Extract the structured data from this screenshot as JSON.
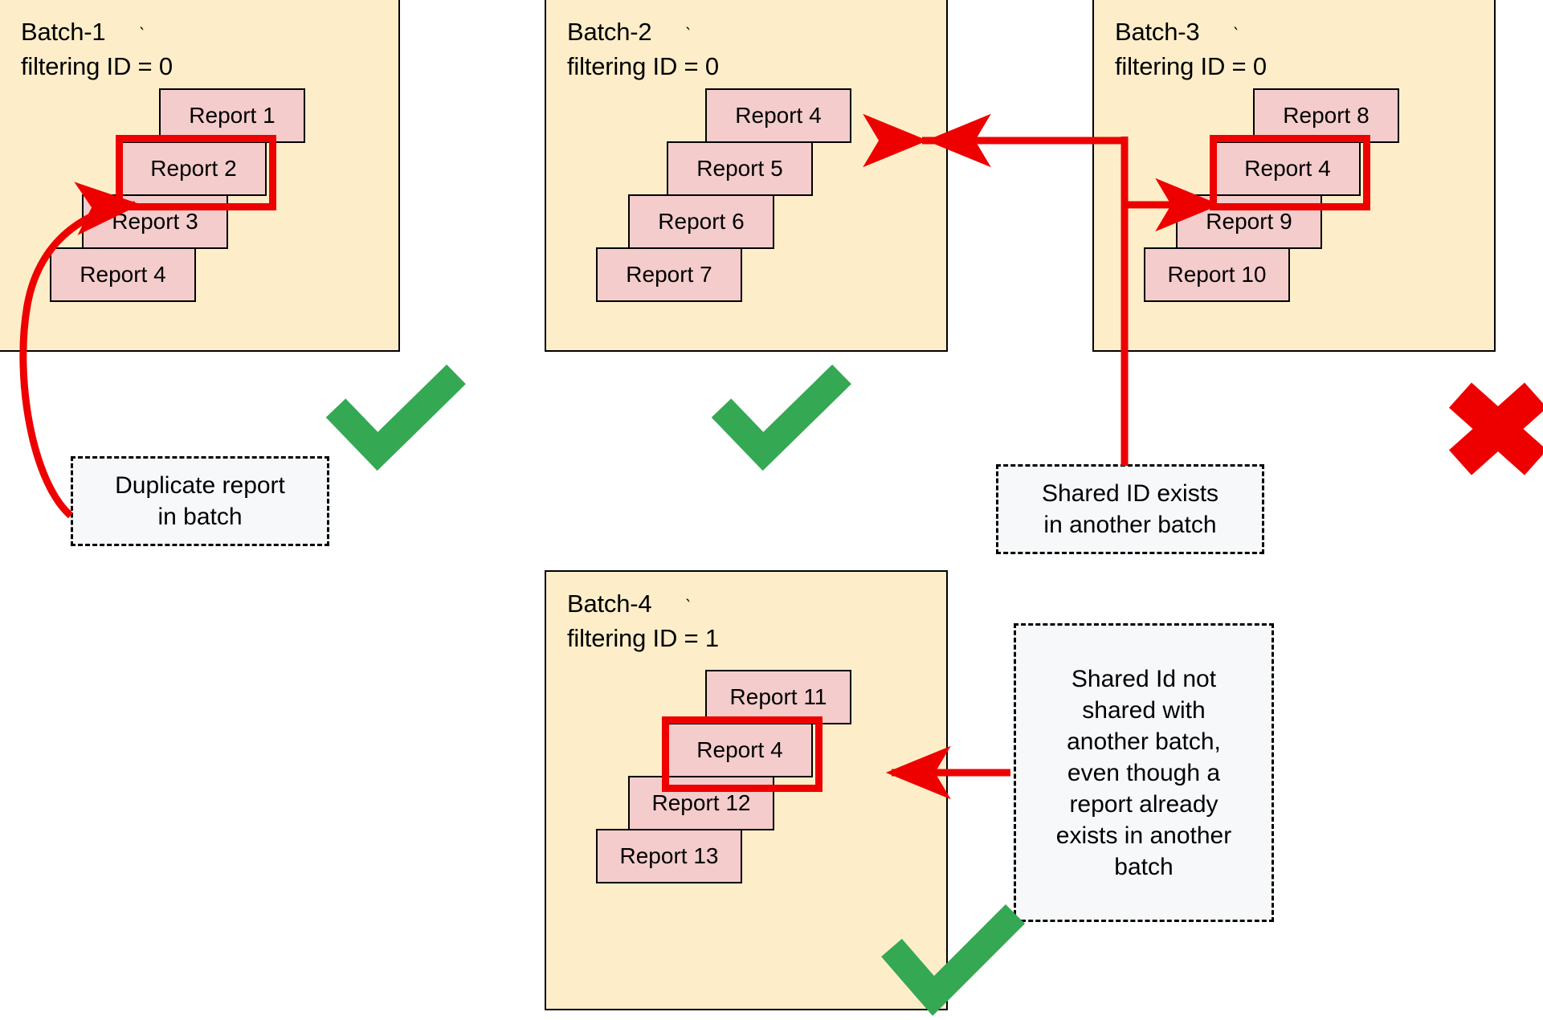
{
  "diagram": {
    "title_pattern": "Batch-N / filtering ID = X",
    "accent_colors": {
      "batch_fill": "#fdeec9",
      "batch_border": "#000000",
      "report_fill": "#f4cccc",
      "report_border": "#000000",
      "highlight_red": "#ee0000",
      "arrow_red": "#ee0000",
      "check_green": "#34a853",
      "cross_red": "#ee0000",
      "callout_fill": "#f6f8fa"
    }
  },
  "batches": [
    {
      "id": "batch-1",
      "name": "Batch-1",
      "filter_label": "filtering ID = 0",
      "title": "Batch-1\nfiltering ID = 0",
      "status": "valid",
      "status_icon": "check-icon",
      "reports": [
        {
          "label": "Report 1"
        },
        {
          "label": "Report 2",
          "highlighted": true
        },
        {
          "label": "Report 3"
        },
        {
          "label": "Report 4"
        }
      ]
    },
    {
      "id": "batch-2",
      "name": "Batch-2",
      "filter_label": "filtering ID = 0",
      "title": "Batch-2\nfiltering ID = 0",
      "status": "valid",
      "status_icon": "check-icon",
      "reports": [
        {
          "label": "Report 4"
        },
        {
          "label": "Report 5"
        },
        {
          "label": "Report 6"
        },
        {
          "label": "Report 7"
        }
      ]
    },
    {
      "id": "batch-3",
      "name": "Batch-3",
      "filter_label": "filtering ID = 0",
      "title": "Batch-3\nfiltering ID = 0",
      "status": "invalid",
      "status_icon": "cross-icon",
      "reports": [
        {
          "label": "Report 8"
        },
        {
          "label": "Report 4",
          "highlighted": true
        },
        {
          "label": "Report 9"
        },
        {
          "label": "Report 10"
        }
      ]
    },
    {
      "id": "batch-4",
      "name": "Batch-4",
      "filter_label": "filtering ID = 1",
      "title": "Batch-4\nfiltering ID = 1",
      "status": "valid",
      "status_icon": "check-icon",
      "reports": [
        {
          "label": "Report 11"
        },
        {
          "label": "Report 4",
          "highlighted": true
        },
        {
          "label": "Report 12"
        },
        {
          "label": "Report 13"
        }
      ]
    }
  ],
  "callouts": [
    {
      "id": "callout-duplicate",
      "text": "Duplicate report\nin batch",
      "points_to": "batch-1 Report 2"
    },
    {
      "id": "callout-shared-id-exists",
      "text": "Shared ID exists\nin another batch",
      "points_to": "batch-2 Report 4 / batch-3 Report 4"
    },
    {
      "id": "callout-shared-id-not-shared",
      "text": "Shared Id not\nshared with\nanother batch,\neven though a\nreport already\nexists in another\nbatch",
      "points_to": "batch-4 Report 4"
    }
  ],
  "status_markers": [
    {
      "id": "marker-batch-1",
      "icon": "check-icon",
      "meaning": "valid"
    },
    {
      "id": "marker-batch-2",
      "icon": "check-icon",
      "meaning": "valid"
    },
    {
      "id": "marker-batch-3",
      "icon": "cross-icon",
      "meaning": "invalid"
    },
    {
      "id": "marker-batch-4",
      "icon": "check-icon",
      "meaning": "valid"
    }
  ]
}
